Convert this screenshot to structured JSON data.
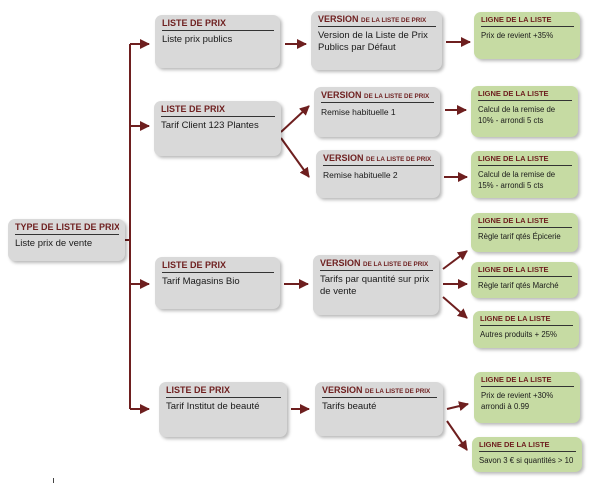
{
  "root": {
    "title": "TYPE DE LISTE DE PRIX",
    "text": "Liste prix de vente"
  },
  "lists": [
    {
      "title": "LISTE DE PRIX",
      "text": "Liste prix publics"
    },
    {
      "title": "LISTE DE PRIX",
      "text": "Tarif Client 123 Plantes"
    },
    {
      "title": "LISTE DE PRIX",
      "text": "Tarif Magasins Bio"
    },
    {
      "title": "LISTE DE PRIX",
      "text": "Tarif Institut de beauté"
    }
  ],
  "versions": [
    {
      "title_main": "VERSION",
      "title_rest": "DE LA LISTE DE PRIX",
      "text": "Version de la Liste de Prix Publics par Défaut"
    },
    {
      "title_main": "VERSION",
      "title_rest": "DE LA LISTE DE PRIX",
      "text": "Remise habituelle 1"
    },
    {
      "title_main": "VERSION",
      "title_rest": "DE LA LISTE DE PRIX",
      "text": "Remise habituelle 2"
    },
    {
      "title_main": "VERSION",
      "title_rest": "DE LA LISTE DE PRIX",
      "text": "Tarifs par quantité sur prix de vente"
    },
    {
      "title_main": "VERSION",
      "title_rest": "DE LA LISTE DE PRIX",
      "text": "Tarifs beauté"
    }
  ],
  "lines": [
    {
      "title": "LIGNE DE LA LISTE",
      "text": "Prix de revient +35%"
    },
    {
      "title": "LIGNE DE LA LISTE",
      "text": "Calcul de la remise de 10% - arrondi 5 cts"
    },
    {
      "title": "LIGNE DE LA LISTE",
      "text": "Calcul de la remise de 15% - arrondi 5 cts"
    },
    {
      "title": "LIGNE DE LA LISTE",
      "text": "Règle tarif qtés Épicerie"
    },
    {
      "title": "LIGNE DE LA LISTE",
      "text": "Règle tarif qtés Marché"
    },
    {
      "title": "LIGNE DE LA LISTE",
      "text": "Autres produits + 25%"
    },
    {
      "title": "LIGNE DE LA LISTE",
      "text": "Prix de revient +30% arrondi à 0.99"
    },
    {
      "title": "LIGNE DE LA LISTE",
      "text": "Savon 3 € si quantités > 10"
    }
  ],
  "colors": {
    "grey_box": "#d9d9d9",
    "green_box": "#c6dba3",
    "title_text": "#6e1f1f",
    "connector": "#6e1f1f"
  }
}
